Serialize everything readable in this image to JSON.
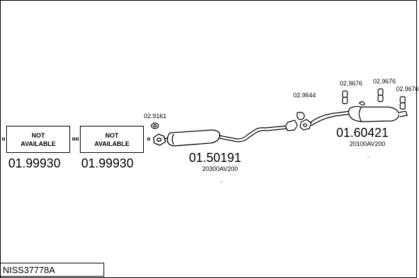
{
  "reference": "NISS37778A",
  "not_available_boxes": [
    {
      "text": "NOT\nAVAILABLE",
      "part_number": "01.99930"
    },
    {
      "text": "NOT\nAVAILABLE",
      "part_number": "01.99930"
    }
  ],
  "parts": {
    "front_gasket": "02.9161",
    "middle_muffler": {
      "number": "01.50191",
      "oe": "20300AV200"
    },
    "mid_gasket": "02.9644",
    "rear_muffler": {
      "number": "01.60421",
      "oe": "20100AV200"
    },
    "hangers": [
      "02.9676",
      "02.9676",
      "02.9676"
    ]
  }
}
